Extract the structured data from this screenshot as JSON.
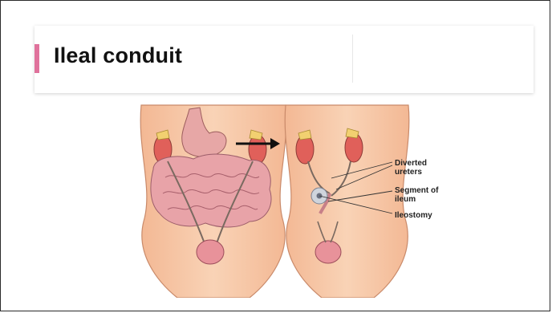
{
  "slide": {
    "title": "Ileal conduit",
    "accent_color": "#e0729c"
  },
  "diagram": {
    "labels": {
      "diverted_ureters": [
        "Diverted",
        "ureters"
      ],
      "segment_of_ileum": [
        "Segment of",
        "ileum"
      ],
      "ileostomy": "Ileostomy"
    },
    "colors": {
      "skin": "#f6c7a3",
      "organ_red": "#e0605a",
      "intestine": "#e8a3a8",
      "bladder": "#e8929a",
      "adrenal": "#f2d070",
      "stoma": "#cfd4dc"
    }
  }
}
